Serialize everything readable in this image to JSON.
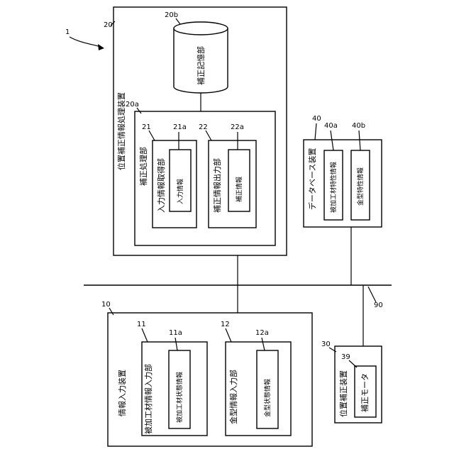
{
  "system_ref": "1",
  "network_ref": "90",
  "devices": {
    "correction_processing": {
      "ref": "20",
      "label": "位置補正情報処理装置",
      "storage": {
        "ref": "20b",
        "label": "補正記憶部"
      },
      "processor": {
        "ref": "20a",
        "label": "補正処理部",
        "input_unit": {
          "ref": "21",
          "label": "入力情報取得部",
          "inner_ref": "21a",
          "inner_label": "入力情報"
        },
        "output_unit": {
          "ref": "22",
          "label": "補正情報出力部",
          "inner_ref": "22a",
          "inner_label": "補正情報"
        }
      }
    },
    "database": {
      "ref": "40",
      "label": "データベース装置",
      "item1": {
        "ref": "40a",
        "label": "被加工材特性情報"
      },
      "item2": {
        "ref": "40b",
        "label": "金型特性情報"
      }
    },
    "info_input": {
      "ref": "10",
      "label": "情報入力装置",
      "unit1": {
        "ref": "11",
        "label": "被加工材情報入力部",
        "inner_ref": "11a",
        "inner_label": "被加工材状態情報"
      },
      "unit2": {
        "ref": "12",
        "label": "金型情報入力部",
        "inner_ref": "12a",
        "inner_label": "金型状態情報"
      }
    },
    "position_correction": {
      "ref": "30",
      "label": "位置補正装置",
      "motor": {
        "ref": "39",
        "label": "補正モータ"
      }
    }
  }
}
